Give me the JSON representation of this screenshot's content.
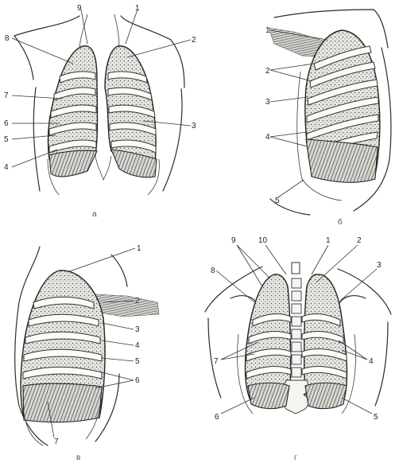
{
  "panels": [
    {
      "id": "a",
      "caption": "а",
      "labels": [
        "9",
        "1",
        "8",
        "2",
        "7",
        "6",
        "3",
        "5",
        "4"
      ]
    },
    {
      "id": "b",
      "caption": "б",
      "labels": [
        "1",
        "2",
        "3",
        "4",
        "5"
      ]
    },
    {
      "id": "v",
      "caption": "в",
      "labels": [
        "1",
        "2",
        "3",
        "4",
        "5",
        "6",
        "7"
      ]
    },
    {
      "id": "g",
      "caption": "г",
      "labels": [
        "9",
        "10",
        "1",
        "2",
        "8",
        "3",
        "7",
        "4",
        "6",
        "5"
      ]
    }
  ]
}
